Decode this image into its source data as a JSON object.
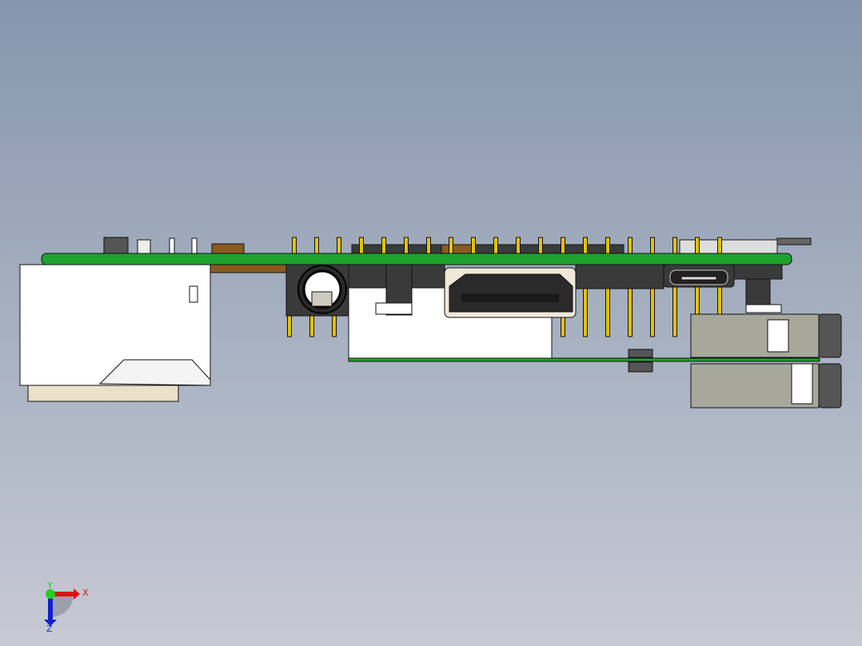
{
  "viewport": {
    "background_top": "#8796ad",
    "background_bottom": "#c6cad4"
  },
  "colors": {
    "pcb": "#1ea32e",
    "pin_gold": "#e8c000",
    "component_dark": "#3a3a3a",
    "connector_white": "#ffffff",
    "jack_grey": "#a8a79c"
  },
  "triad": {
    "x_label": "X",
    "y_label": "Y",
    "z_label": "Z",
    "x_color": "#e01010",
    "y_color": "#20d020",
    "z_color": "#1020d0"
  }
}
